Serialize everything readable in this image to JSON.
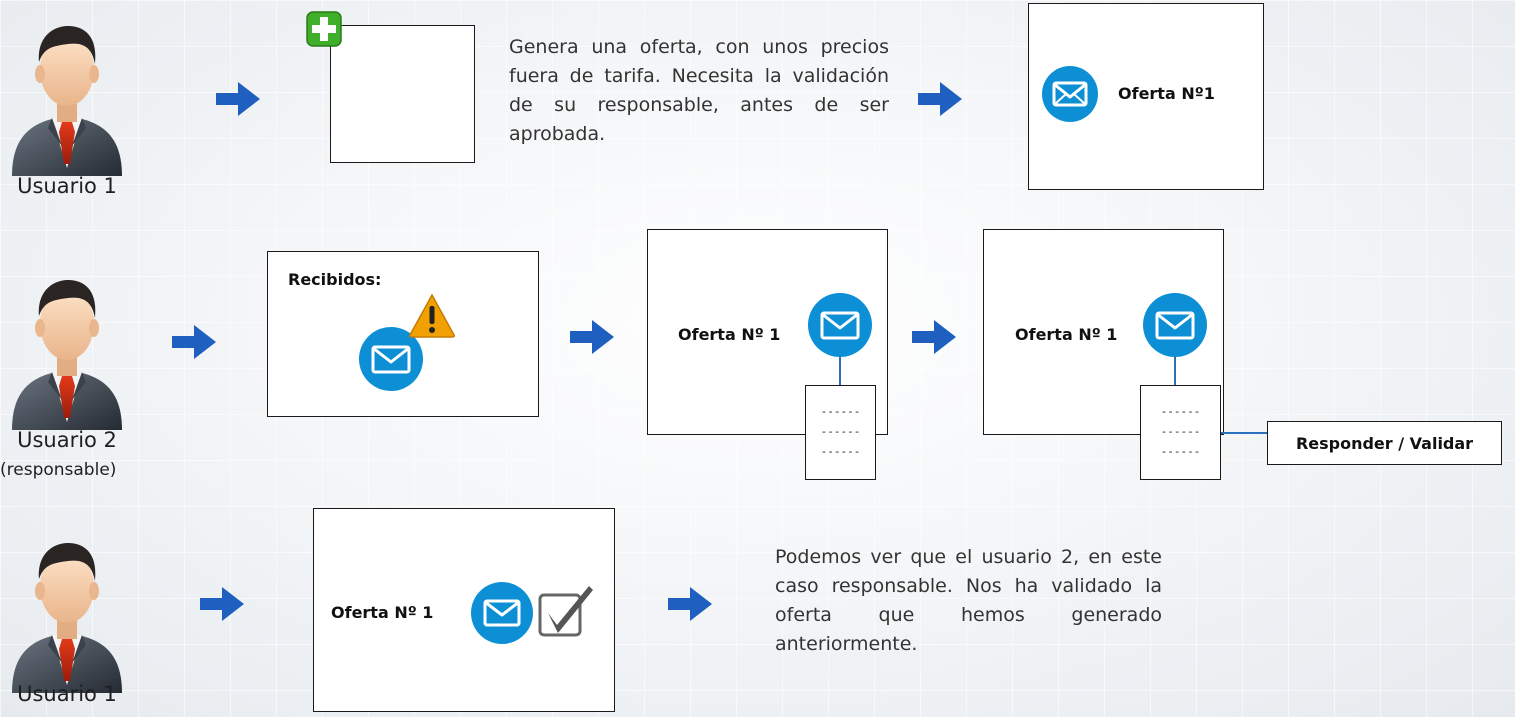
{
  "users": [
    {
      "name": "Usuario 1",
      "role": ""
    },
    {
      "name": "Usuario 2",
      "role": "(responsable)"
    },
    {
      "name": "Usuario 1",
      "role": ""
    }
  ],
  "row1": {
    "description": "Genera una oferta, con unos precios fuera de tarifa. Necesita la validación de su responsable, antes de ser aprobada.",
    "offer_label": "Oferta Nº1"
  },
  "row2": {
    "inbox_label": "Recibidos:",
    "offer_label_a": "Oferta Nº 1",
    "offer_label_b": "Oferta Nº 1",
    "doc_lines": [
      "------",
      "------",
      "------"
    ],
    "action_label": "Responder /  Validar"
  },
  "row3": {
    "offer_label": "Oferta Nº 1",
    "description": "Podemos ver que el usuario 2, en este caso responsable. Nos ha validado la oferta que hemos generado anteriormente."
  },
  "colors": {
    "arrow": "#1f5fbf",
    "mail": "#0d8fd6",
    "plus": "#3fae2a",
    "warning": "#f0a000",
    "check": "#555555"
  },
  "icons": [
    "person-icon",
    "arrow-right-icon",
    "plus-icon",
    "mail-icon",
    "warning-icon",
    "checkbox-checked-icon",
    "document-icon"
  ]
}
